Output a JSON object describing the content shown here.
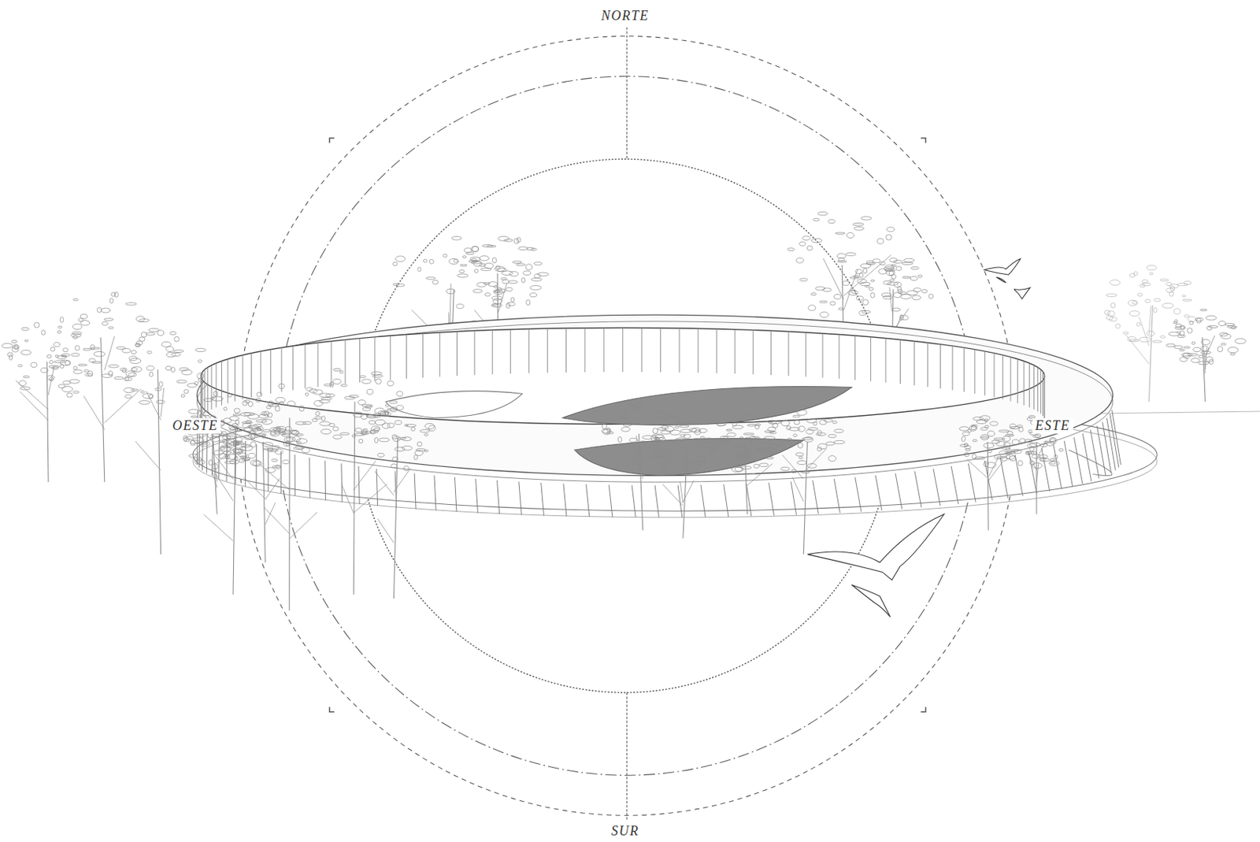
{
  "diagram": {
    "labels": [
      "NORTE",
      "OESTE",
      "ESTE",
      "SUR"
    ]
  }
}
